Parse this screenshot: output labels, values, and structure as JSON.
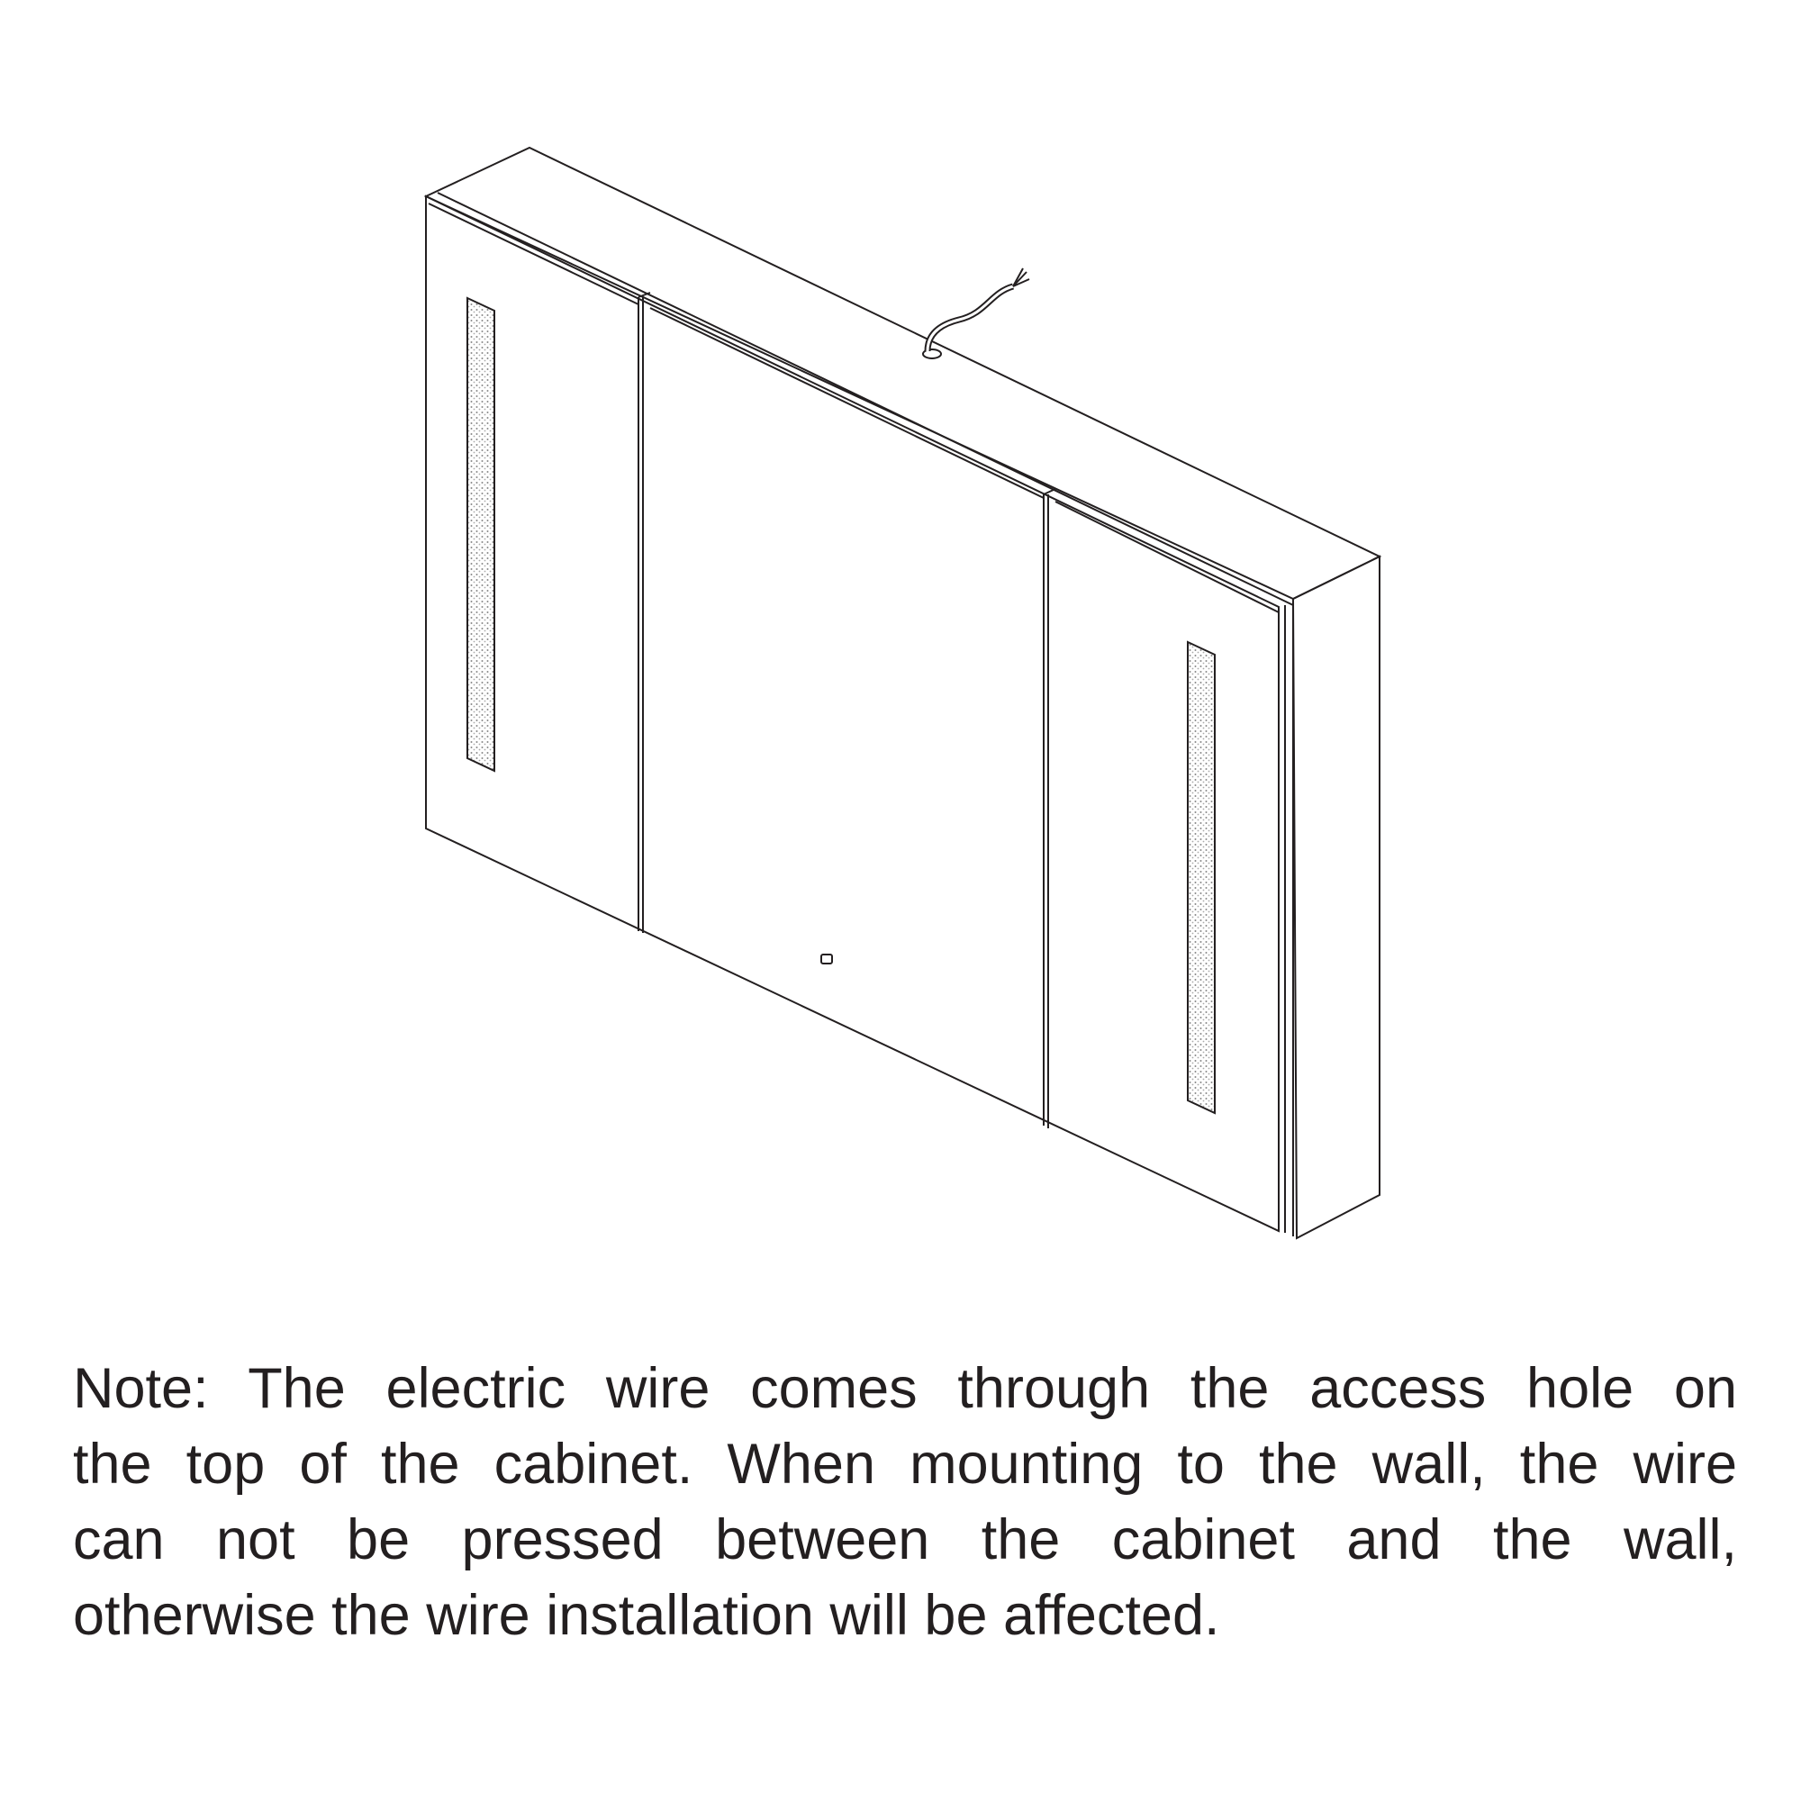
{
  "figure": {
    "subject": "medicine-cabinet",
    "icons": [
      "electric-wire-icon",
      "touch-button-icon",
      "led-strip-icon"
    ]
  },
  "note": {
    "lines": [
      "Note: The electric wire comes through the access hole on",
      "the top of the cabinet. When mounting to the wall, the wire",
      "can not be pressed between the cabinet and the wall,",
      "otherwise the wire installation will be affected."
    ]
  }
}
